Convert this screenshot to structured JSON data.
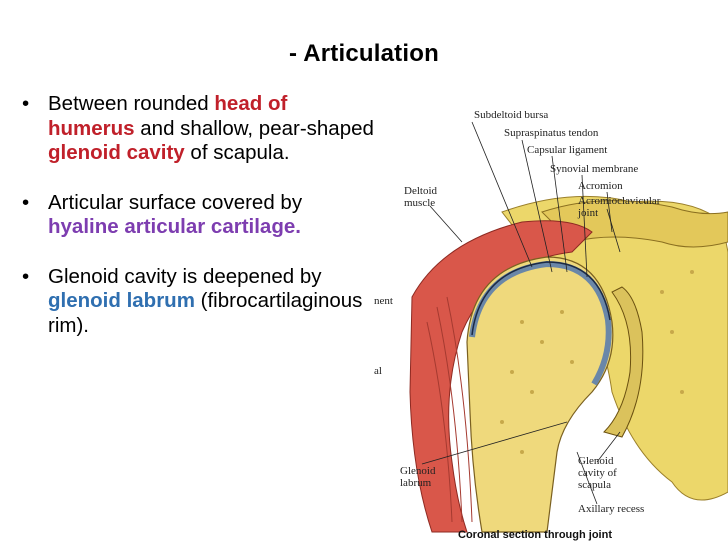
{
  "slide": {
    "title": "- Articulation",
    "bullets": [
      {
        "runs": [
          {
            "text": "Between rounded ",
            "style": "plain"
          },
          {
            "text": "head of humerus",
            "style": "red"
          },
          {
            "text": " and shallow, pear-shaped ",
            "style": "plain"
          },
          {
            "text": "glenoid cavity",
            "style": "red"
          },
          {
            "text": " of scapula.",
            "style": "plain"
          }
        ]
      },
      {
        "runs": [
          {
            "text": "Articular surface covered by ",
            "style": "plain"
          },
          {
            "text": "hyaline articular cartilage.",
            "style": "purple"
          }
        ]
      },
      {
        "runs": [
          {
            "text": "Glenoid cavity is deepened by ",
            "style": "plain"
          },
          {
            "text": "glenoid labrum",
            "style": "blue"
          },
          {
            "text": " (fibrocartilaginous rim).",
            "style": "plain"
          }
        ]
      }
    ]
  },
  "illustration": {
    "labels": {
      "subdeltoid_bursa": "Subdeltoid bursa",
      "supraspinatus_tendon": "Supraspinatus tendon",
      "capsular_ligament": "Capsular ligament",
      "synovial_membrane": "Synovial membrane",
      "acromion": "Acromion",
      "acromioclavicular_1": "Acromioclavicular",
      "acromioclavicular_2": "joint",
      "deltoid_1": "Deltoid",
      "deltoid_2": "muscle",
      "left_cut_1": "nent",
      "left_cut_2": "al",
      "glenoid_labrum_1": "Glenoid",
      "glenoid_labrum_2": "labrum",
      "glenoid_cavity_1": "Glenoid",
      "glenoid_cavity_2": "cavity of",
      "glenoid_cavity_3": "scapula",
      "axillary_recess": "Axillary recess",
      "caption": "Coronal section through joint"
    }
  }
}
